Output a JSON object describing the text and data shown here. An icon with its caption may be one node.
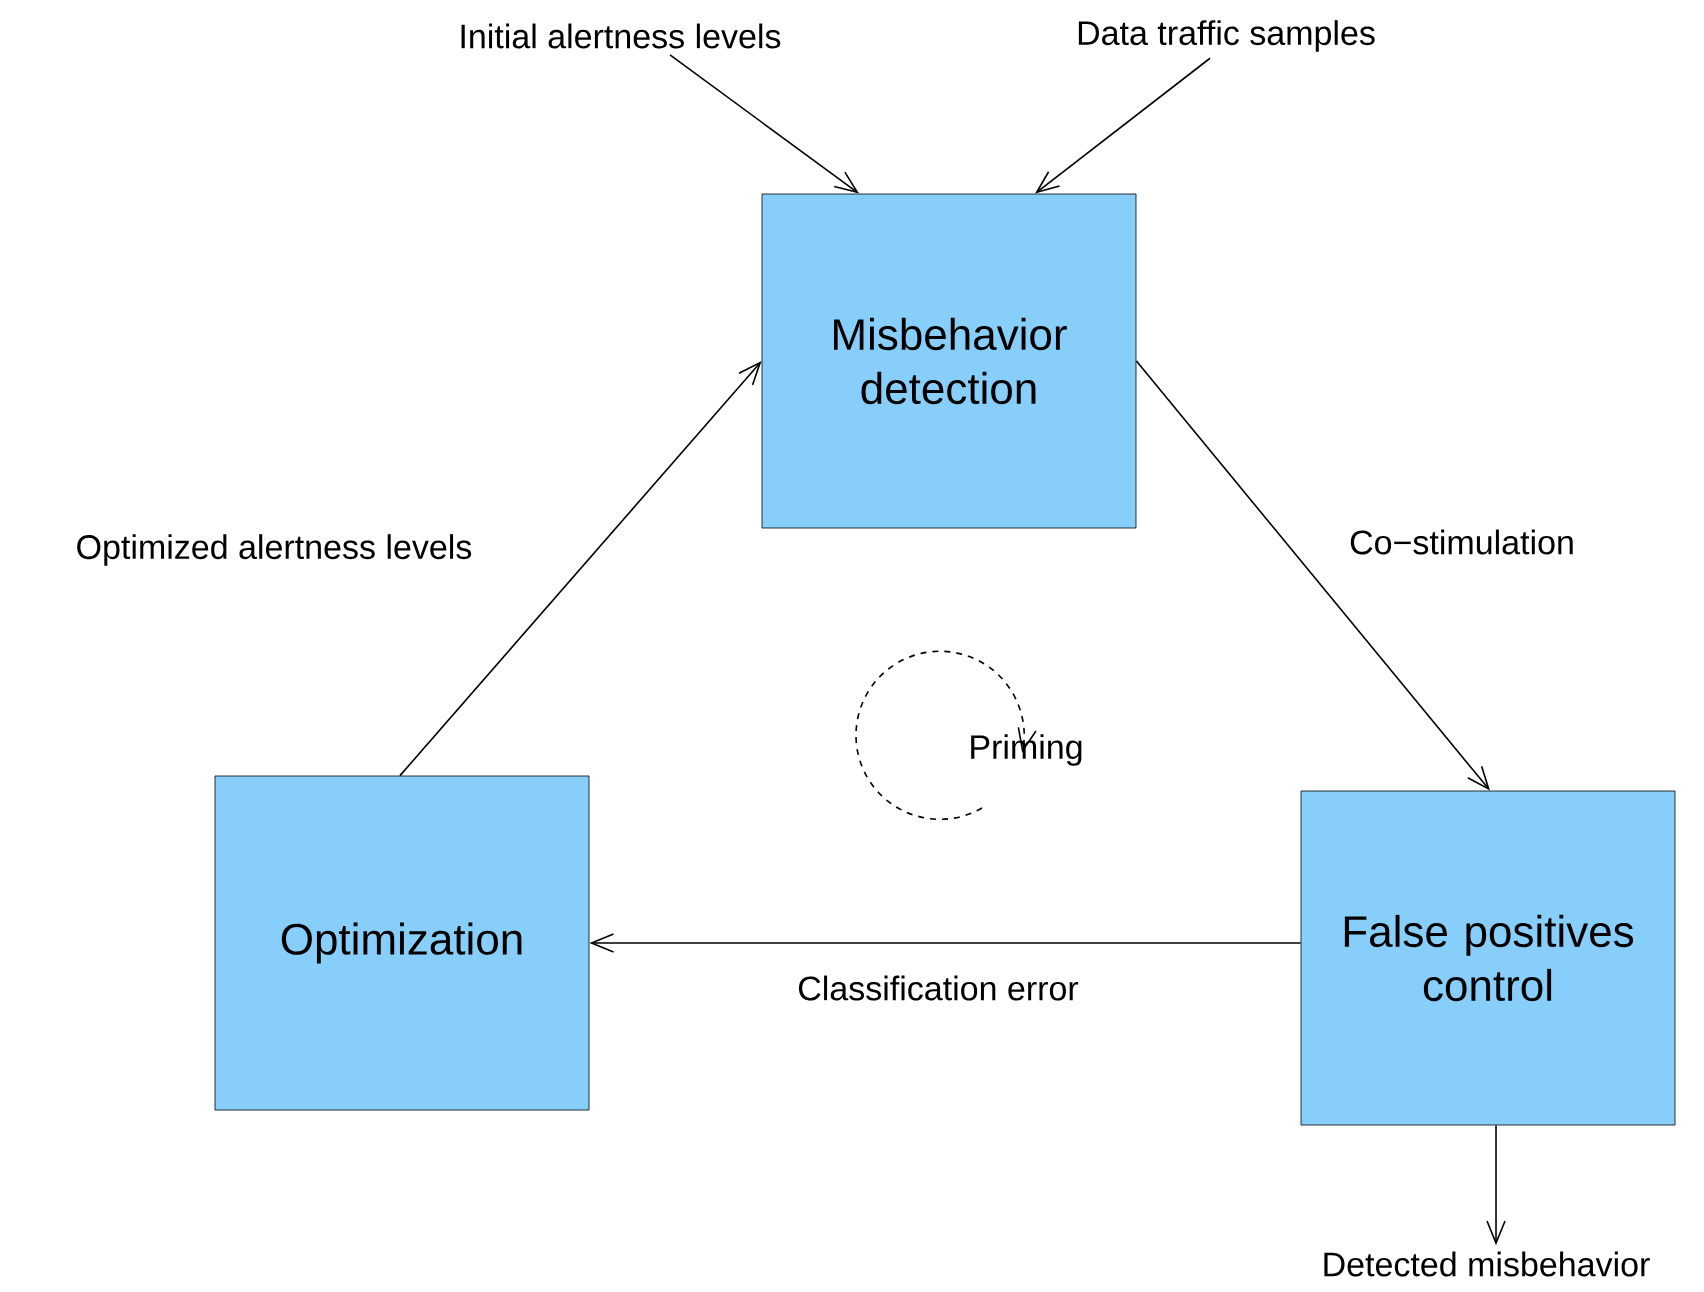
{
  "diagram": {
    "nodes": [
      {
        "text": [
          "Misbehavior detection"
        ]
      },
      {
        "text": [
          "Optimization"
        ]
      },
      {
        "text": [
          "False positives control"
        ]
      },
      {
        "text": [
          "Initial alertness levels"
        ]
      },
      {
        "text": [
          "Data traffic samples"
        ]
      },
      {
        "text": [
          "Detected misbehavior"
        ]
      }
    ],
    "edges": [
      {
        "from": 3,
        "to": 0,
        "arrow": "to"
      },
      {
        "from": 4,
        "to": 0,
        "arrow": "to"
      },
      {
        "from": 0,
        "to": 2,
        "arrow": "to",
        "label": "Co−stimulation"
      },
      {
        "from": 2,
        "to": 1,
        "arrow": "to",
        "label": "Classification error"
      },
      {
        "from": 1,
        "to": 0,
        "arrow": "to",
        "label": "Optimized alertness levels"
      },
      {
        "from": 2,
        "to": 5,
        "arrow": "to"
      }
    ],
    "labels": [
      "Priming"
    ]
  }
}
